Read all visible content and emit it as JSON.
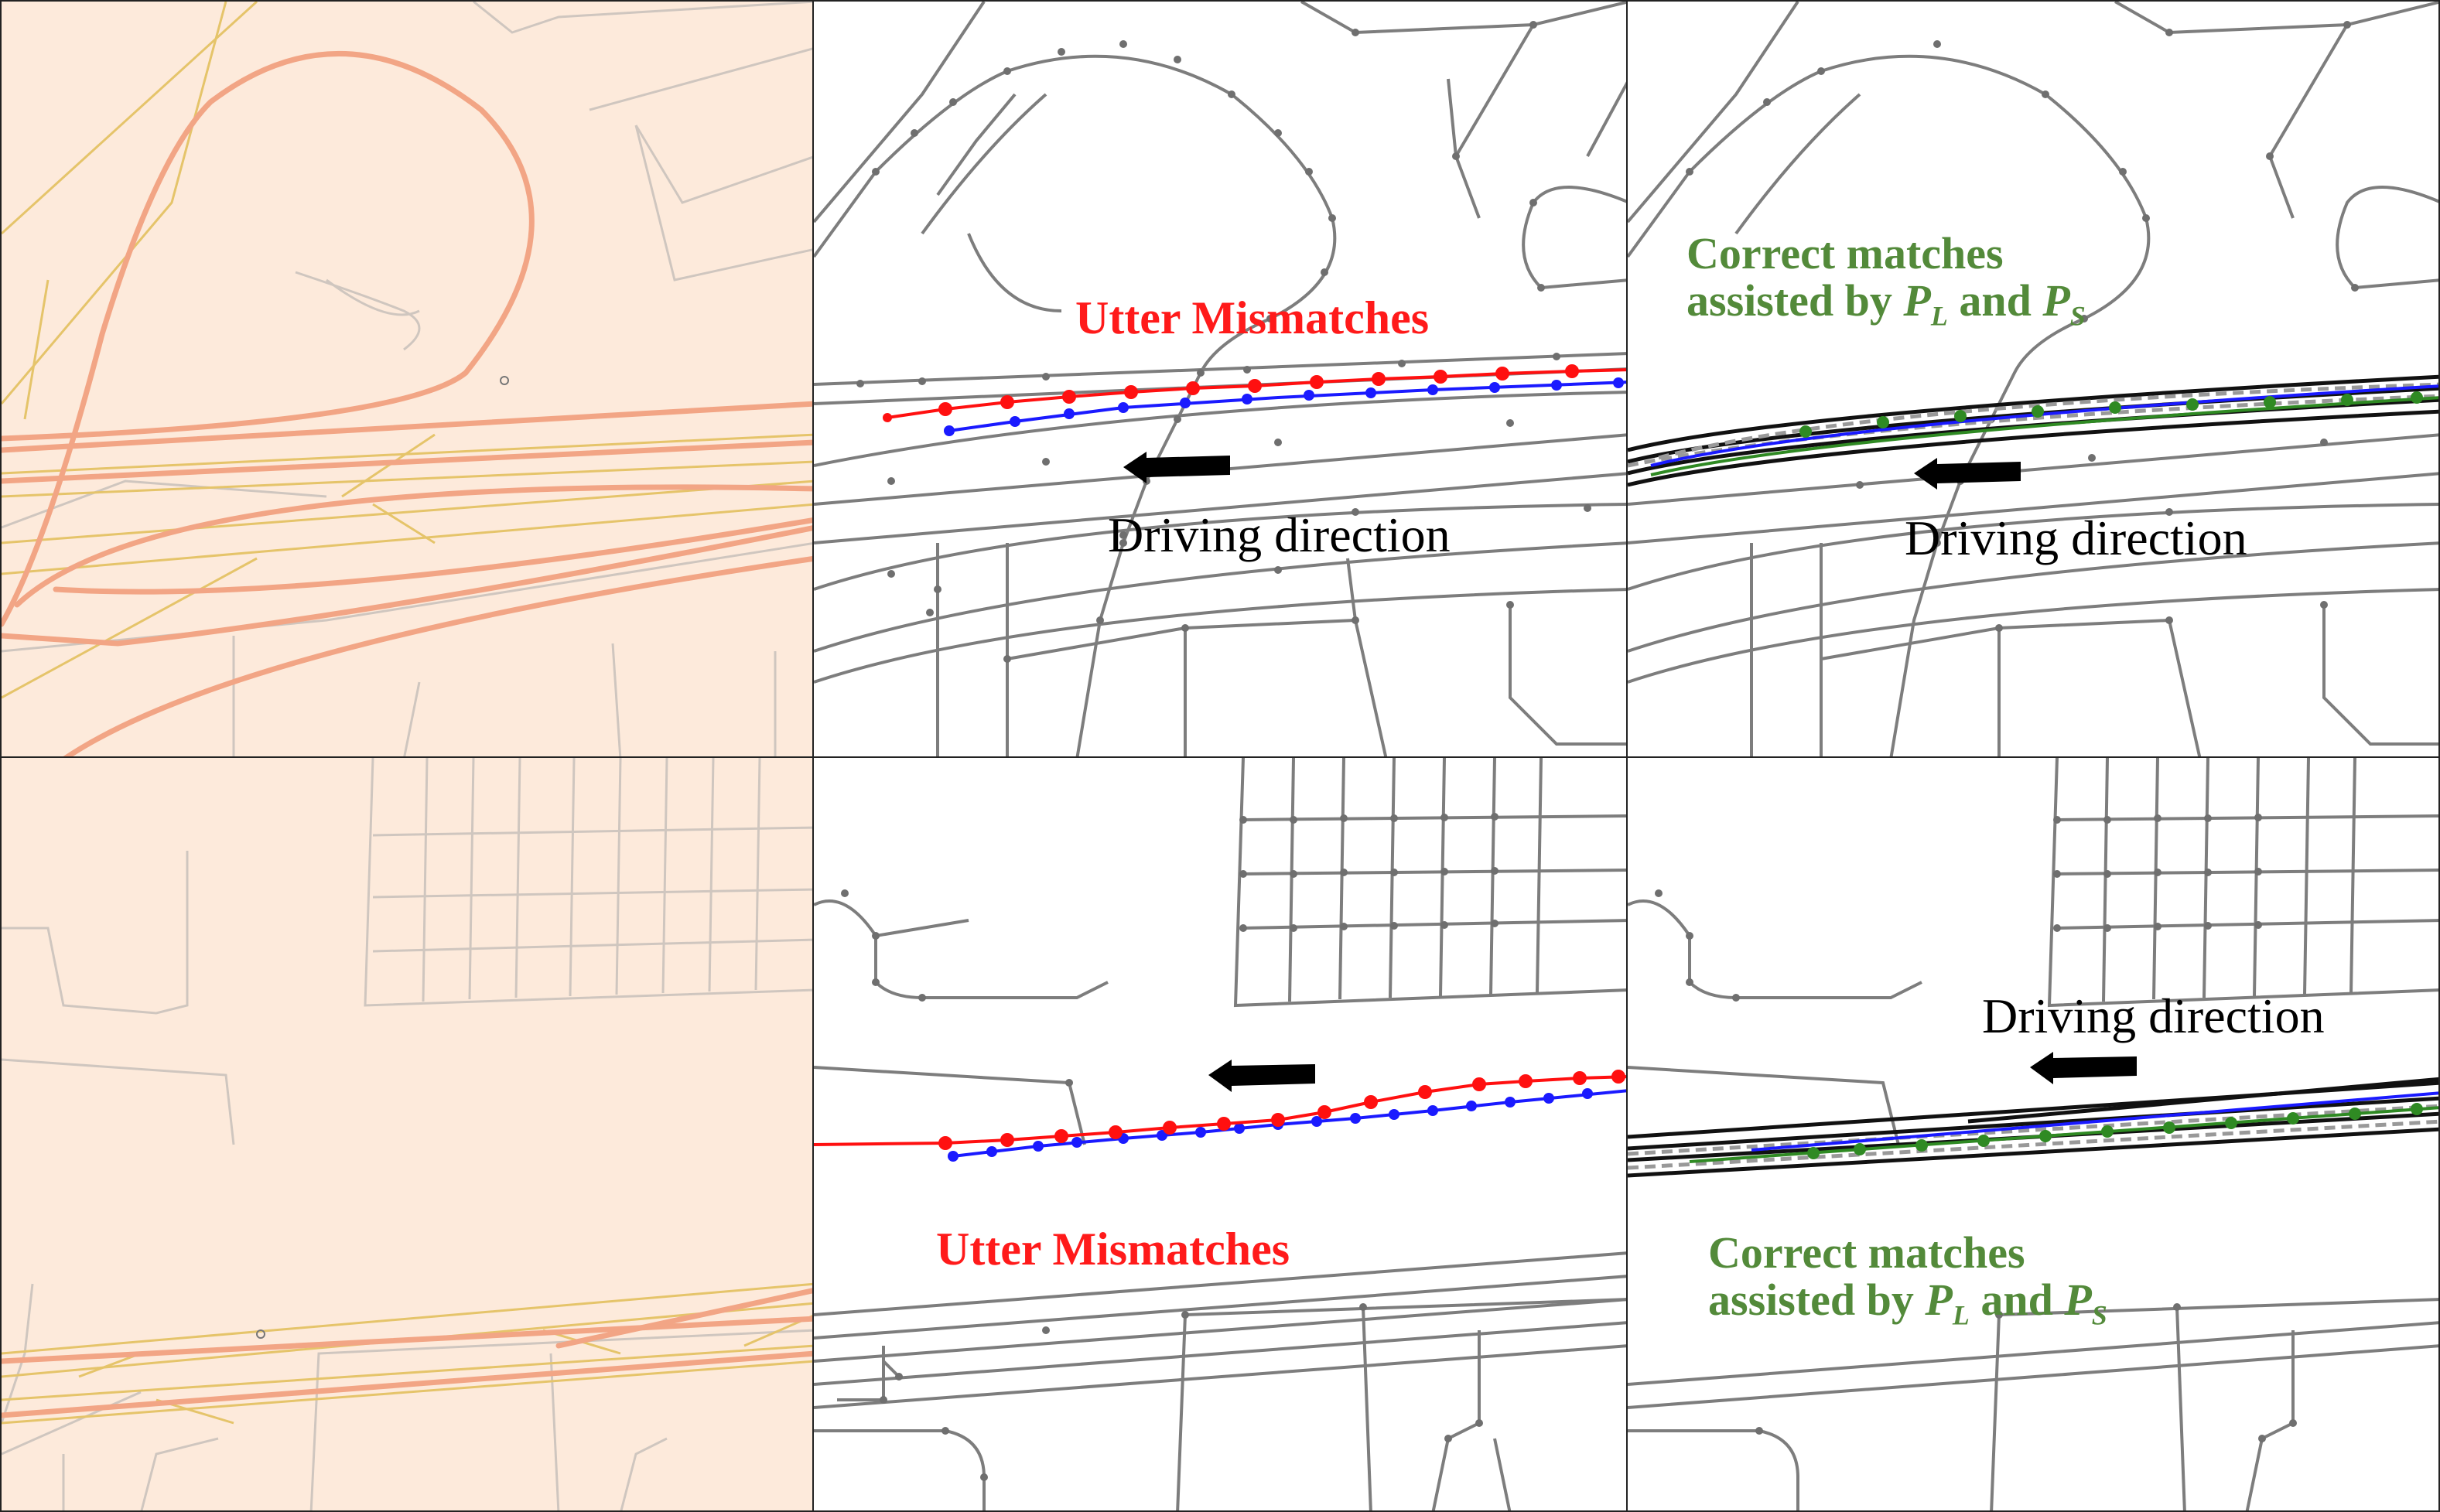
{
  "colors": {
    "map_bg": "#fdeadb",
    "highway": "#f2a585",
    "road_yellow": "#e5c46a",
    "road_gray": "#c9c3bd",
    "network_line": "#7d7d7d",
    "network_node": "#6f6f6f",
    "mismatch": "#ff1010",
    "gps_trace": "#1a1aff",
    "correct_match": "#2f8a23",
    "candidate_paths": "#111111",
    "mismatch_label": "#ff1a1a",
    "correct_label": "#538a3a"
  },
  "labels": {
    "utter_mismatches": "Utter Mismatches",
    "driving_direction": "Driving direction",
    "correct_matches_line1": "Correct matches",
    "correct_matches_line2_prefix": "assisted by ",
    "correct_matches_and": " and ",
    "p_symbol": "P",
    "sub_l": "L",
    "sub_s": "S"
  },
  "panels": [
    {
      "id": "top-basemap",
      "kind": "basemap"
    },
    {
      "id": "top-mismatch",
      "kind": "network",
      "label": "Utter Mismatches"
    },
    {
      "id": "top-correct",
      "kind": "network",
      "label": "Correct matches assisted by P_L and P_S"
    },
    {
      "id": "bottom-basemap",
      "kind": "basemap"
    },
    {
      "id": "bottom-mismatch",
      "kind": "network",
      "label": "Utter Mismatches"
    },
    {
      "id": "bottom-correct",
      "kind": "network",
      "label": "Correct matches assisted by P_L and P_S"
    }
  ]
}
